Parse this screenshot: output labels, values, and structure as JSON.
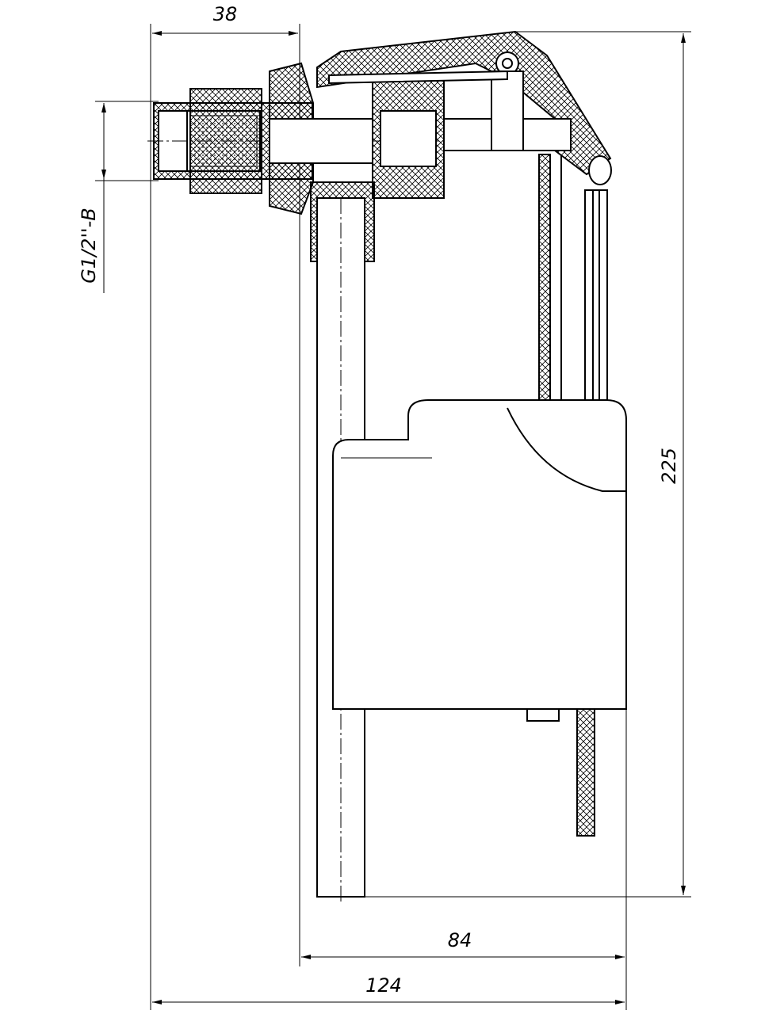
{
  "dimensions": {
    "top_width": "38",
    "thread": "G1/2''-B",
    "height": "225",
    "inner_width": "84",
    "total_width": "124"
  }
}
